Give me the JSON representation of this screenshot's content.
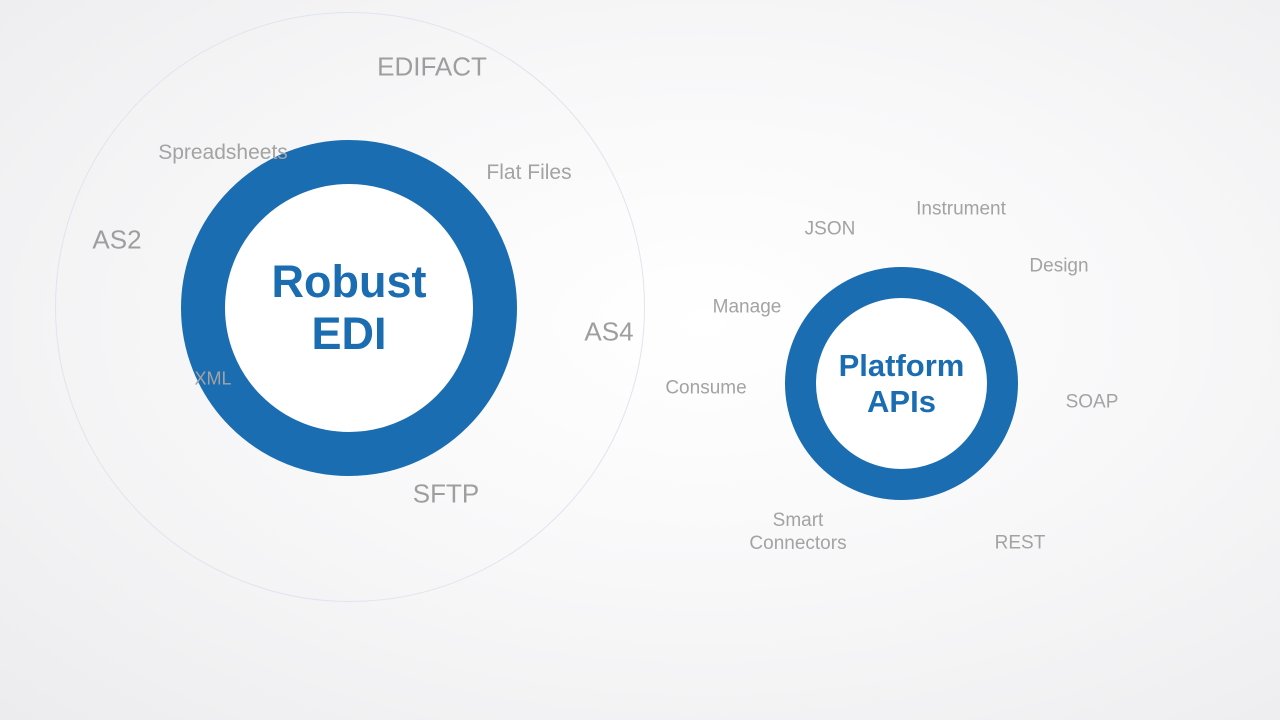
{
  "edi": {
    "title_line1": "Robust",
    "title_line2": "EDI",
    "tags": {
      "edifact": "EDIFACT",
      "spreadsheets": "Spreadsheets",
      "flat_files": "Flat Files",
      "as2": "AS2",
      "as4": "AS4",
      "xml": "XML",
      "sftp": "SFTP"
    }
  },
  "api": {
    "title_line1": "Platform",
    "title_line2": "APIs",
    "tags": {
      "json": "JSON",
      "instrument": "Instrument",
      "design": "Design",
      "manage": "Manage",
      "consume": "Consume",
      "soap": "SOAP",
      "smart": "Smart",
      "connectors": "Connectors",
      "rest": "REST"
    }
  },
  "colors": {
    "ring": "#1b6db2",
    "tag_text": "#a3a3a3",
    "halo": "#dfe5ee"
  }
}
